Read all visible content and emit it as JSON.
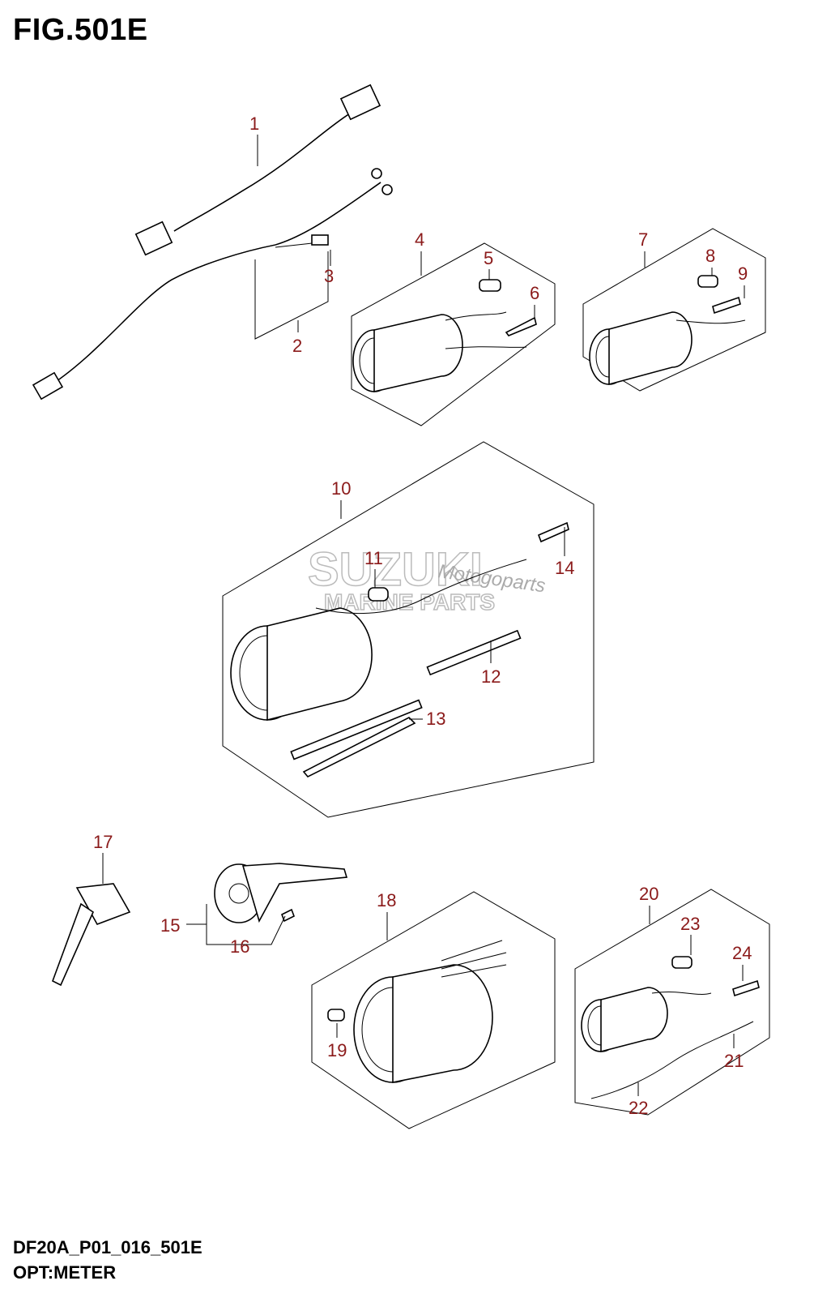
{
  "figure": {
    "title": "FIG.501E",
    "code": "DF20A_P01_016_501E",
    "subtitle": "OPT:METER"
  },
  "watermark": {
    "brand": "SUZUKI",
    "line2": "MARINE PARTS",
    "script": "Motogoparts"
  },
  "callouts": [
    "1",
    "2",
    "3",
    "4",
    "5",
    "6",
    "7",
    "8",
    "9",
    "10",
    "11",
    "12",
    "13",
    "14",
    "15",
    "16",
    "17",
    "18",
    "19",
    "20",
    "21",
    "22",
    "23",
    "24"
  ]
}
